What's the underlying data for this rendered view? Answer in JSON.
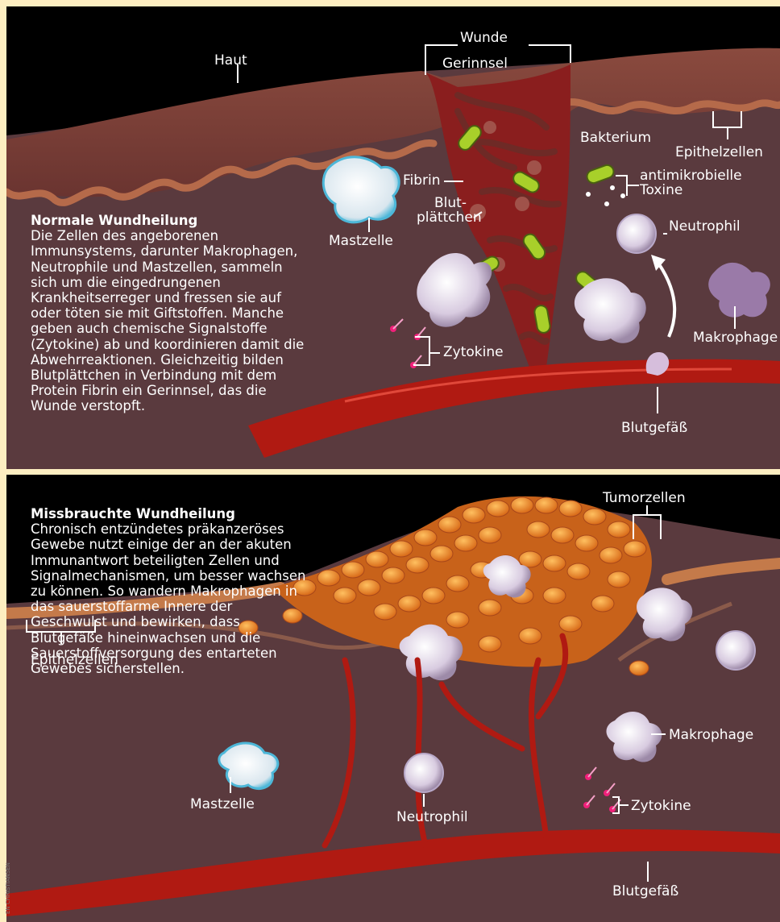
{
  "top": {
    "title": "Normale Wundheilung",
    "text": "Die Zellen des angeborenen Immunsystems, darunter Makrophagen, Neutrophile und Mastzellen, sammeln sich um die eingedrungenen Krankheitserreger und fressen sie auf oder töten sie mit Giftstoffen. Manche geben auch chemische Signalstoffe (Zytokine) ab und koordinieren damit die Abwehrreaktionen. Gleichzeitig bilden Blutplättchen in Verbindung mit dem Protein Fibrin ein Gerinnsel, das die Wunde verstopft.",
    "labels": {
      "haut": "Haut",
      "wunde": "Wunde",
      "gerinnsel": "Gerinnsel",
      "bakterium": "Bakterium",
      "epithelzellen": "Epithelzellen",
      "fibrin": "Fibrin",
      "blutplaettchen_1": "Blut-",
      "blutplaettchen_2": "plättchen",
      "toxine_1": "antimikrobielle",
      "toxine_2": "Toxine",
      "mastzelle": "Mastzelle",
      "neutrophil": "Neutrophil",
      "zytokine": "Zytokine",
      "makrophage": "Makrophage",
      "blutgefaess": "Blutgefäß"
    }
  },
  "bottom": {
    "title": "Missbrauchte Wundheilung",
    "text": "Chronisch entzündetes präkanzeröses Gewebe nutzt einige der an der akuten Immunantwort beteiligten Zellen und Signalmechanismen, um besser wachsen zu können. So wandern Makrophagen in das sauerstoffarme Innere der Geschwulst und bewirken, dass Blutgefäße hineinwachsen und die Sauerstoffversorgung des entarteten Gewebes sicherstellen.",
    "labels": {
      "tumorzellen": "Tumorzellen",
      "makrophage": "Makrophage",
      "zytokine": "Zytokine",
      "epithelzellen": "Epithelzellen",
      "mastzelle": "Mastzelle",
      "neutrophil": "Neutrophil",
      "blutgefaess": "Blutgefäß"
    }
  },
  "credit": "EN CHRISTIANSEN",
  "colors": {
    "background": "#fdeec1",
    "panel": "#000000",
    "tissue": "#5a3a3e",
    "skin": "#7a3d34",
    "vessel": "#b01a12",
    "tumor": "#e8862a",
    "bacterium": "#a8d02a",
    "cell": "#e6dcec",
    "cytokine": "#f0207a"
  }
}
